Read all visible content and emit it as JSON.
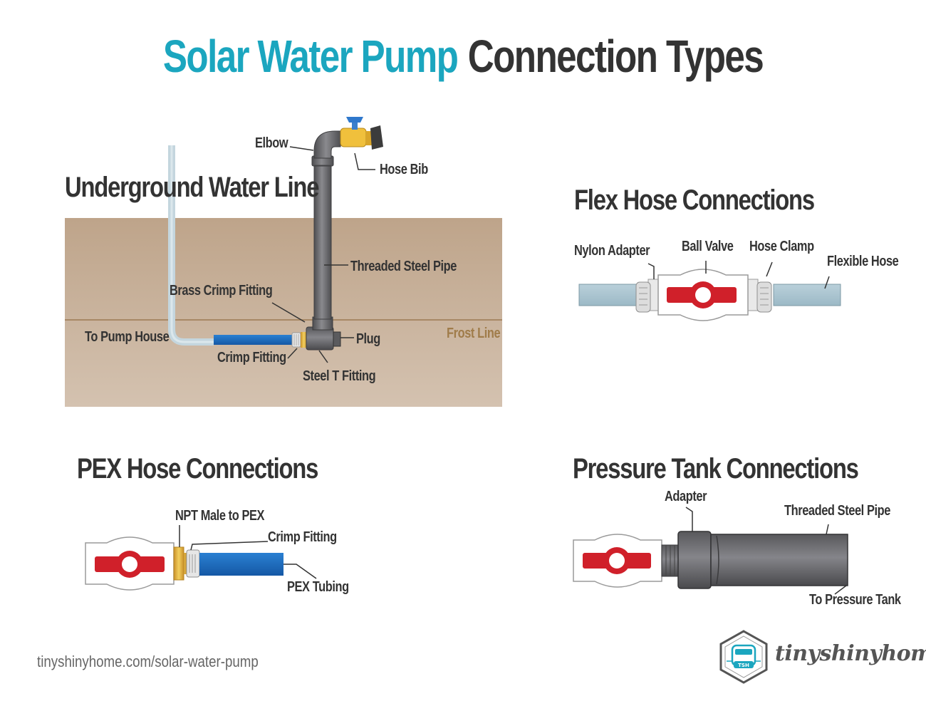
{
  "title": {
    "part1": "Solar Water Pump",
    "part2": "Connection Types"
  },
  "colors": {
    "accent": "#1ba6bf",
    "ground_top": "#bfa58a",
    "ground_bottom": "#d3c0ad",
    "frost_line": "#a07c4a",
    "valve_handle": "#d0202a",
    "pex_blue": "#1f6fc2",
    "steel": "#6c6c6f",
    "brass": "#e8b93a",
    "hose": "#a9c4d0"
  },
  "underground": {
    "heading": "Underground Water Line",
    "labels": {
      "elbow": "Elbow",
      "hose_bib": "Hose Bib",
      "threaded_steel_pipe": "Threaded Steel Pipe",
      "brass_crimp_fitting": "Brass Crimp Fitting",
      "to_pump_house": "To Pump House",
      "plug": "Plug",
      "frost_line": "Frost Line",
      "crimp_fitting": "Crimp Fitting",
      "steel_t_fitting": "Steel T Fitting"
    }
  },
  "flex": {
    "heading": "Flex Hose Connections",
    "labels": {
      "nylon_adapter": "Nylon Adapter",
      "ball_valve": "Ball Valve",
      "hose_clamp": "Hose Clamp",
      "flexible_hose": "Flexible Hose"
    }
  },
  "pex": {
    "heading": "PEX Hose Connections",
    "labels": {
      "npt_male_to_pex": "NPT Male to PEX",
      "crimp_fitting": "Crimp Fitting",
      "pex_tubing": "PEX Tubing"
    }
  },
  "pressure": {
    "heading": "Pressure Tank Connections",
    "labels": {
      "adapter": "Adapter",
      "threaded_steel_pipe": "Threaded Steel Pipe",
      "to_pressure_tank": "To Pressure Tank"
    }
  },
  "footer": {
    "url": "tinyshinyhome.com/solar-water-pump",
    "logo_badge": "TSH",
    "brand": "tinyshinyhome"
  }
}
